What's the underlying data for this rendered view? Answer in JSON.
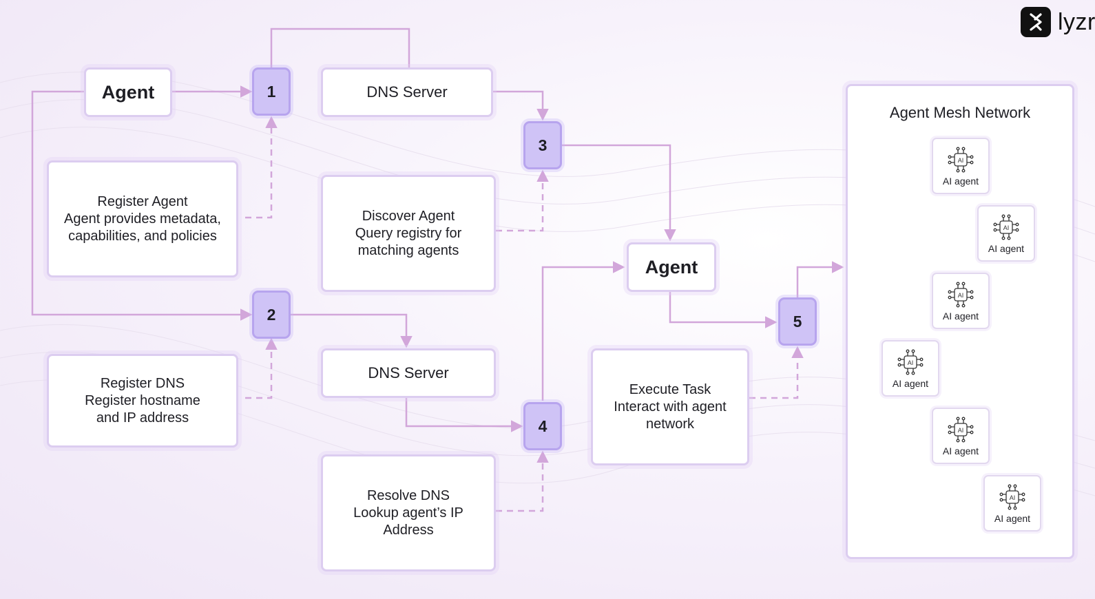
{
  "logo": {
    "text": "lyzr"
  },
  "colors": {
    "connector": "#d2a6da",
    "step_fill": "#cfc3f6",
    "step_border": "#b7a4ee",
    "box_border": "#dccdf0",
    "background": "#f5eff9"
  },
  "boxes": {
    "agent_top": "Agent",
    "dns_top": "DNS Server",
    "register_agent": [
      "Register Agent",
      "Agent provides metadata,",
      "capabilities, and policies"
    ],
    "discover_agent": [
      "Discover Agent",
      "Query registry for",
      "matching agents"
    ],
    "agent_middle": "Agent",
    "register_dns": [
      "Register DNS",
      "Register hostname",
      "and IP address"
    ],
    "dns_bottom": "DNS Server",
    "execute_task": [
      "Execute Task",
      "Interact with agent",
      "network"
    ],
    "resolve_dns": [
      "Resolve DNS",
      "Lookup agent’s IP",
      "Address"
    ]
  },
  "steps": [
    "1",
    "2",
    "3",
    "4",
    "5"
  ],
  "mesh": {
    "title": "Agent Mesh Network",
    "node_label": "AI agent",
    "chip_text": "AI",
    "nodes": [
      "AI agent",
      "AI agent",
      "AI agent",
      "AI agent",
      "AI agent",
      "AI agent"
    ]
  }
}
